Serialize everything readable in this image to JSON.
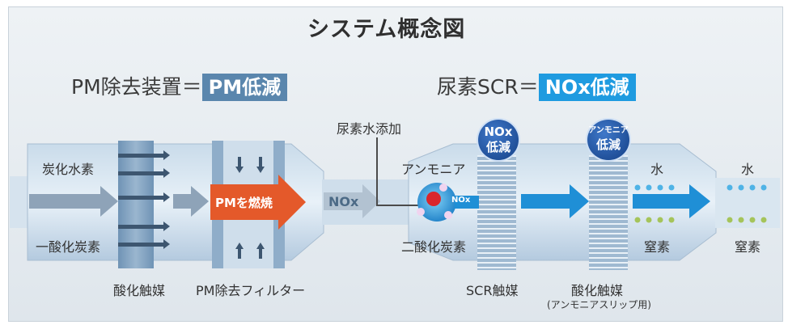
{
  "title": "システム概念図",
  "left_section": {
    "heading": "PM除去装置＝",
    "badge": "PM低減",
    "badge_color": "#5a86ad"
  },
  "right_section": {
    "heading": "尿素SCR＝",
    "badge": "NOx低減",
    "badge_color": "#1f9be0"
  },
  "labels": {
    "hydrocarbon": "炭化水素",
    "carbon_monoxide": "一酸化炭素",
    "oxidation_catalyst": "酸化触媒",
    "pm_filter": "PM除去フィルター",
    "pm_burn": "PMを燃焼",
    "nox": "NOx",
    "urea_water": "尿素水添加",
    "ammonia": "アンモニア",
    "nox_small": "NOx",
    "carbon_dioxide": "二酸化炭素",
    "scr_catalyst": "SCR触媒",
    "oxidation_catalyst_2": "酸化触媒",
    "ammonia_slip": "(アンモニアスリップ用)",
    "water_1": "水",
    "nitrogen_1": "窒素",
    "water_2": "水",
    "nitrogen_2": "窒素"
  },
  "bubbles": {
    "nox_reduction": [
      "NOx",
      "低減"
    ],
    "ammonia_reduction": [
      "アンモニア",
      "低減"
    ]
  },
  "colors": {
    "body_blue": "#b7cde0",
    "catalyst": "#7d9fbe",
    "flow_arrow": "#1f8fd6",
    "pm_burn": "#e4592a",
    "water_dot": "#4fb3e6",
    "nitrogen_dot": "#a5c45a"
  }
}
